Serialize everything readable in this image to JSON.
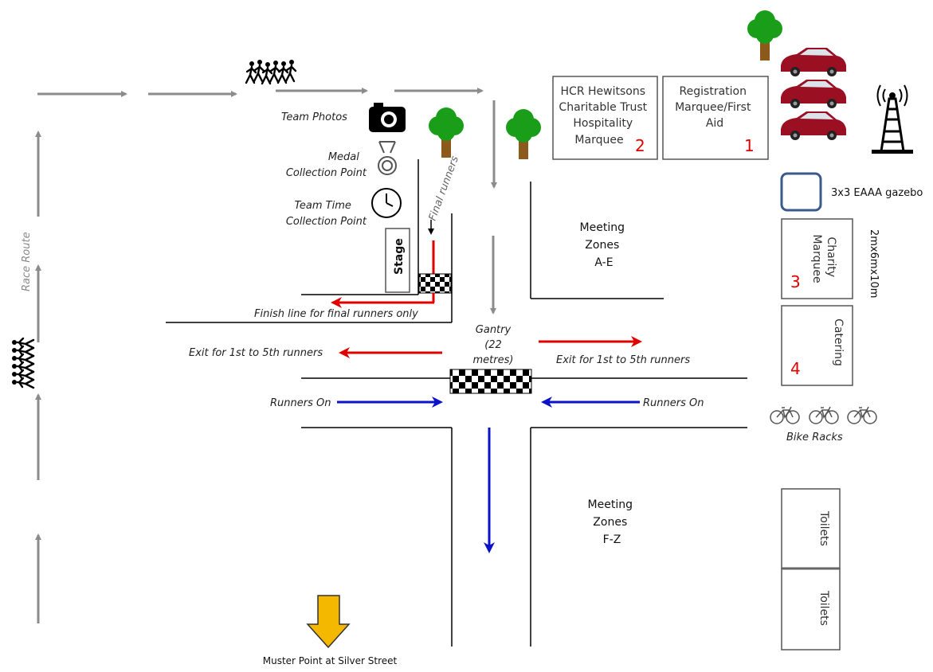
{
  "route": {
    "race_route": "Race Route"
  },
  "labels": {
    "team_photos": "Team Photos",
    "medal_line1": "Medal",
    "medal_line2": "Collection Point",
    "team_time_line1": "Team Time",
    "team_time_line2": "Collection Point",
    "final_runners": "Final runners",
    "stage": "Stage",
    "finish_line_final": "Finish line for final runners only",
    "gantry_line1": "Gantry",
    "gantry_line2": "(22",
    "gantry_line3": "metres)",
    "exit_left": "Exit for 1st to 5th runners",
    "exit_right": "Exit for 1st to 5th runners",
    "runners_on_left": "Runners On",
    "runners_on_right": "Runners On",
    "meeting_ae_1": "Meeting",
    "meeting_ae_2": "Zones",
    "meeting_ae_3": "A-E",
    "meeting_fz_1": "Meeting",
    "meeting_fz_2": "Zones",
    "meeting_fz_3": "F-Z",
    "muster_point": "Muster Point at Silver Street",
    "bike_racks": "Bike Racks",
    "gazebo": "3x3 EAAA gazebo",
    "charity_dims": "2mx6mx10m"
  },
  "marquees": {
    "hcr_line1": "HCR Hewitsons",
    "hcr_line2": "Charitable Trust",
    "hcr_line3": "Hospitality",
    "hcr_line4": "Marquee",
    "hcr_num": "2",
    "reg_line1": "Registration",
    "reg_line2": "Marquee/First",
    "reg_line3": "Aid",
    "reg_num": "1",
    "charity_line1": "Charity",
    "charity_line2": "Marquee",
    "charity_num": "3",
    "catering": "Catering",
    "catering_num": "4",
    "toilets_1": "Toilets",
    "toilets_2": "Toilets"
  },
  "colors": {
    "route_arrow": "#8c8c8c",
    "exit_arrow": "#e00000",
    "runners_arrow": "#0b12c8",
    "muster_arrow": "#f5b800",
    "number": "#e00000",
    "gazebo_border": "#3a5a8a",
    "tree_top": "#1a9e1a",
    "tree_trunk": "#8b5a1c",
    "car": "#9b0f22"
  },
  "icons": [
    "camera-icon",
    "medal-icon",
    "clock-icon",
    "tree-icon",
    "car-icon",
    "antenna-icon",
    "bike-icon",
    "runners-icon",
    "checkered-flag-icon"
  ]
}
